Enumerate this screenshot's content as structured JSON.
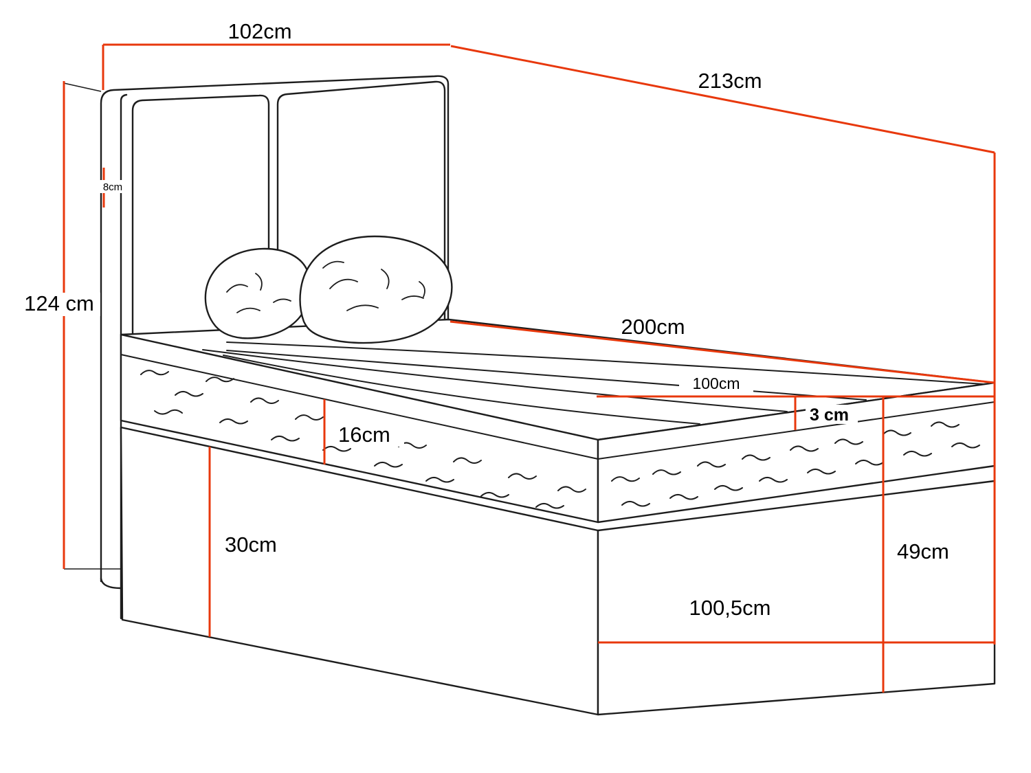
{
  "diagram": {
    "type": "technical-drawing",
    "subject": "single boxspring bed with upholstered headboard - dimension drawing",
    "colors": {
      "outline": "#1d1d1d",
      "dimension_line": "#e8380c",
      "background": "#ffffff",
      "label_text": "#000000"
    },
    "labels": {
      "headboard_width": "102cm",
      "total_length": "213cm",
      "total_height": "124 cm",
      "frame_thickness": "8cm",
      "mattress_length": "200cm",
      "mattress_width": "100cm",
      "topper_height": "3 cm",
      "mattress_height": "16cm",
      "base_height": "30cm",
      "foot_height": "49cm",
      "base_length": "100,5cm"
    }
  }
}
